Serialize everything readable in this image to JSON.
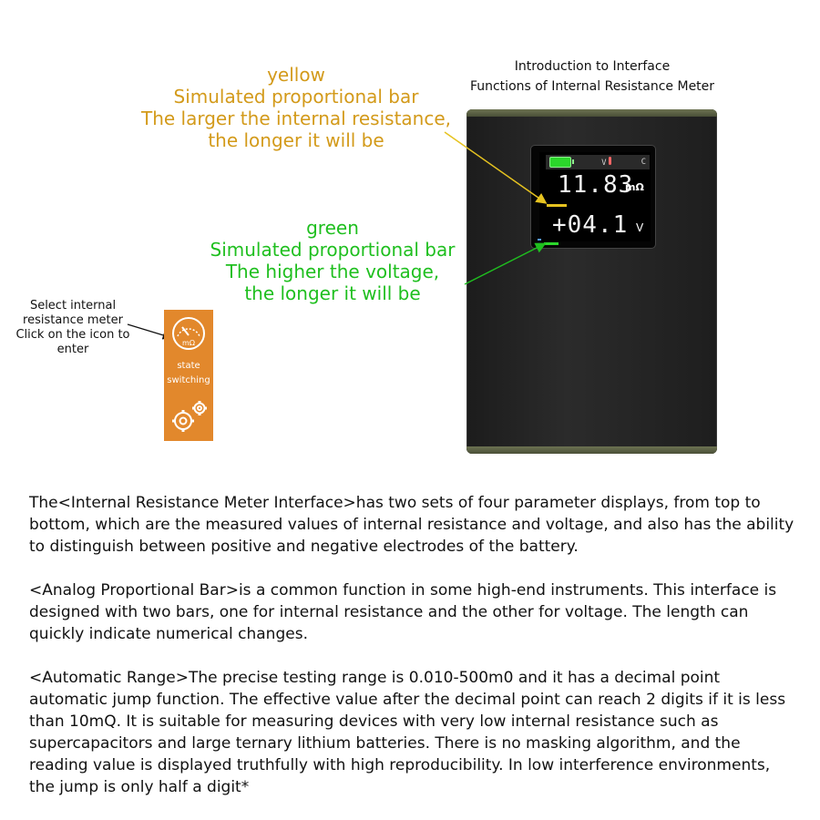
{
  "header": {
    "line1": "Introduction to Interface",
    "line2": "Functions of Internal Resistance Meter"
  },
  "yellow_note": {
    "line1": "yellow",
    "line2": "Simulated proportional bar",
    "line3": "The larger the internal resistance,",
    "line4": "the longer it will be",
    "color": "#d39a1a"
  },
  "green_note": {
    "line1": "green",
    "line2": "Simulated proportional bar",
    "line3": "The higher the voltage,",
    "line4": "the longer it will be",
    "color": "#1fbf1f"
  },
  "device": {
    "status_v": "V",
    "status_c": "C",
    "resistance_value": "11.83",
    "resistance_unit": "mΩ",
    "voltage_value": "+04.1",
    "voltage_unit": "V"
  },
  "select_note": {
    "line1": "Select internal",
    "line2": "resistance meter",
    "line3": "Click on the icon to",
    "line4": "enter"
  },
  "panel": {
    "meter_icon_text": "mΩ",
    "label_line1": "state",
    "label_line2": "switching",
    "color": "#e2882c"
  },
  "body": {
    "p1": "The<Internal Resistance Meter Interface>has two sets of four parameter displays, from top to bottom, which are the measured values of internal resistance and voltage, and also has the ability to distinguish between positive and negative electrodes of the battery.",
    "p2": "<Analog Proportional Bar>is a common function in some high-end instruments. This interface is designed with two bars, one for internal resistance and the other for voltage. The length can quickly indicate numerical changes.",
    "p3": "<Automatic Range>The precise testing range is 0.010-500m0 and it has a decimal point automatic jump function. The effective value after the decimal point can reach 2 digits if it is less than 10mQ. It is suitable for measuring devices with very low internal resistance such as supercapacitors and large ternary lithium batteries. There is no masking algorithm, and the reading value is displayed truthfully with high reproducibility. In low interference environments, the jump is only half a digit*"
  }
}
